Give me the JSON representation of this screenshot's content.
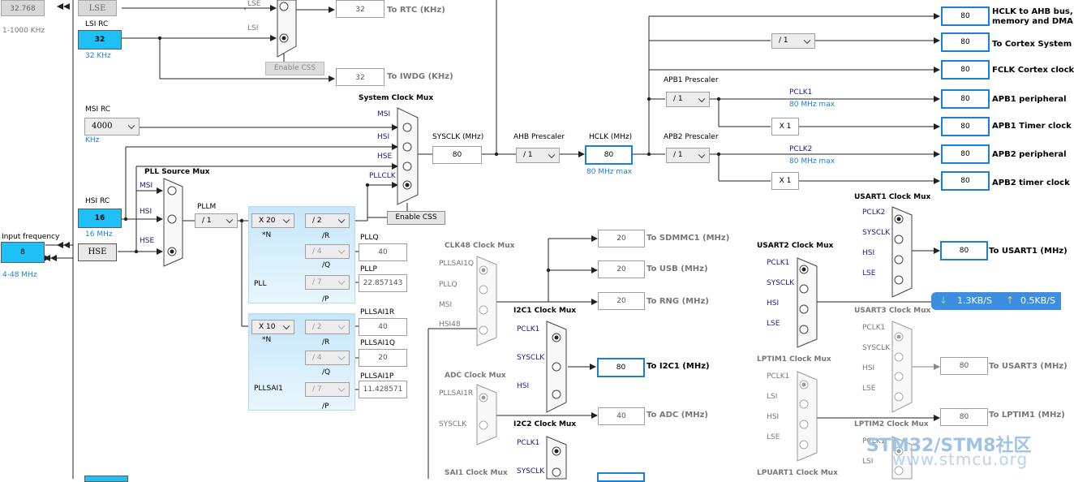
{
  "left": {
    "top_value": "32.768",
    "top_range": "1-1000 KHz",
    "lse_label": "LSE",
    "lsi_rc_title": "LSI RC",
    "lsi_value": "32",
    "lsi_unit": "32 KHz",
    "msi_rc_title": "MSI RC",
    "msi_value": "4000",
    "msi_unit": "KHz",
    "hsi_rc_title": "HSI RC",
    "hsi_value": "16",
    "hsi_unit": "16 MHz",
    "input_freq_title": "Input frequency",
    "input_freq_value": "8",
    "input_freq_range": "4-48 MHz",
    "hse_label": "HSE"
  },
  "rtc": {
    "lse_in": "LSE",
    "lsi_in": "LSI",
    "rtc_value": "32",
    "rtc_label": "To RTC (KHz)",
    "enable_css": "Enable CSS",
    "iwdg_value": "32",
    "iwdg_label": "To IWDG (KHz)"
  },
  "system": {
    "title": "System Clock Mux",
    "msi": "MSI",
    "hsi": "HSI",
    "hse": "HSE",
    "pllclk": "PLLCLK",
    "enable_css": "Enable CSS",
    "sysclk_title": "SYSCLK (MHz)",
    "sysclk_value": "80",
    "ahb_title": "AHB Prescaler",
    "ahb_value": "/ 1",
    "hclk_title": "HCLK (MHz)",
    "hclk_value": "80",
    "hclk_max": "80 MHz max"
  },
  "pll": {
    "source_title": "PLL Source Mux",
    "msi": "MSI",
    "hsi": "HSI",
    "hse": "HSE",
    "pllm_title": "PLLM",
    "pllm_value": "/ 1",
    "n_value": "X 20",
    "n_label": "*N",
    "r_value": "/ 2",
    "r_label": "/R",
    "q_value": "/ 4",
    "q_label": "/Q",
    "p_value": "/ 7",
    "p_label": "/P",
    "pllq_title": "PLLQ",
    "pllq_value": "40",
    "pllp_title": "PLLP",
    "pllp_value": "22.857143",
    "pll_label": "PLL",
    "sai_n_value": "X 10",
    "sai_n_label": "*N",
    "sai_r_value": "/ 2",
    "sai_r_label": "/R",
    "sai_q_value": "/ 4",
    "sai_q_label": "/Q",
    "sai_p_value": "/ 7",
    "sai_p_label": "/P",
    "sai1r_title": "PLLSAI1R",
    "sai1r_value": "40",
    "sai1q_title": "PLLSAI1Q",
    "sai1q_value": "20",
    "sai1p_title": "PLLSAI1P",
    "sai1p_value": "11.428571",
    "pllsai1_label": "PLLSAI1"
  },
  "bus": {
    "hclk_value": "80",
    "hclk_label_1": "HCLK to AHB bus,",
    "hclk_label_2": "memory and DMA",
    "cortex_div": "/ 1",
    "cortex_value": "80",
    "cortex_label": "To Cortex System",
    "fclk_value": "80",
    "fclk_label": "FCLK Cortex clock",
    "apb1_title": "APB1 Prescaler",
    "apb1_div": "/ 1",
    "pclk1_title": "PCLK1",
    "pclk1_max": "80 MHz max",
    "apb1p_value": "80",
    "apb1p_label": "APB1 peripheral",
    "apb1t_mult": "X 1",
    "apb1t_value": "80",
    "apb1t_label": "APB1 Timer clock",
    "apb2_title": "APB2 Prescaler",
    "apb2_div": "/ 1",
    "pclk2_title": "PCLK2",
    "pclk2_max": "80 MHz max",
    "apb2p_value": "80",
    "apb2p_label": "APB2 peripheral",
    "apb2t_mult": "X 1",
    "apb2t_value": "80",
    "apb2t_label": "APB2 timer clock"
  },
  "clk48": {
    "title": "CLK48 Clock Mux",
    "pllsai1q": "PLLSAI1Q",
    "pllq": "PLLQ",
    "msi": "MSI",
    "hsi48": "HSI48",
    "sdmmc_value": "20",
    "sdmmc_label": "To SDMMC1 (MHz)",
    "usb_value": "20",
    "usb_label": "To USB (MHz)",
    "rng_value": "20",
    "rng_label": "To RNG (MHz)"
  },
  "adc": {
    "title": "ADC Clock Mux",
    "pllsai1r": "PLLSAI1R",
    "sysclk": "SYSCLK",
    "value": "40",
    "label": "To ADC (MHz)"
  },
  "sai1": {
    "title": "SAI1 Clock Mux"
  },
  "i2c1": {
    "title": "I2C1 Clock Mux",
    "pclk1": "PCLK1",
    "sysclk": "SYSCLK",
    "hsi": "HSI",
    "value": "80",
    "label": "To I2C1 (MHz)"
  },
  "i2c2": {
    "title": "I2C2 Clock Mux",
    "pclk1": "PCLK1",
    "sysclk": "SYSCLK"
  },
  "usart1": {
    "title": "USART1 Clock Mux",
    "pclk2": "PCLK2",
    "sysclk": "SYSCLK",
    "hsi": "HSI",
    "lse": "LSE",
    "value": "80",
    "label": "To USART1 (MHz)"
  },
  "usart2": {
    "title": "USART2 Clock Mux",
    "pclk1": "PCLK1",
    "sysclk": "SYSCLK",
    "hsi": "HSI",
    "lse": "LSE"
  },
  "usart3": {
    "title": "USART3 Clock Mux",
    "pclk1": "PCLK1",
    "sysclk": "SYSCLK",
    "hsi": "HSI",
    "lse": "LSE",
    "value": "80",
    "label": "To USART3 (MHz)"
  },
  "lptim1": {
    "title": "LPTIM1 Clock Mux",
    "pclk1": "PCLK1",
    "lsi": "LSI",
    "hsi": "HSI",
    "lse": "LSE",
    "value": "80",
    "label": "To LPTIM1 (MHz)"
  },
  "lptim2": {
    "title": "LPTIM2 Clock Mux",
    "pclk1": "PCLK1",
    "lsi": "LSI"
  },
  "lpuart1": {
    "title": "LPUART1 Clock Mux"
  },
  "overlay": {
    "down_speed": "1.3KB/S",
    "up_speed": "0.5KB/S",
    "watermark": "STM32/STM8社区",
    "watermark_url": "www.stmcu.org"
  },
  "colors": {
    "accent_blue": "#1a7fd8",
    "cyan_fill": "#1ec0f5",
    "navy_text": "#1a1a8c"
  }
}
